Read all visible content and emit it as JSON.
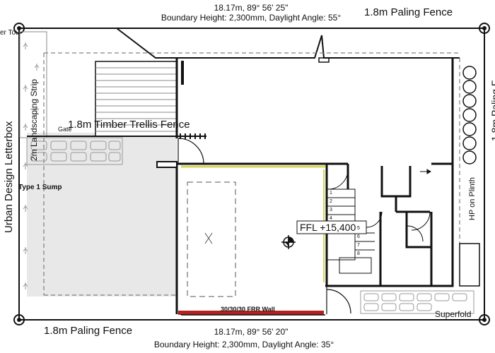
{
  "top_boundary": {
    "dimension": "18.17m, 89° 56' 25\"",
    "note": "Boundary Height: 2,300mm, Daylight Angle: 55°",
    "fence": "1.8m Paling Fence"
  },
  "bottom_boundary": {
    "dimension": "18.17m, 89° 56' 20\"",
    "note": "Boundary Height: 2,300mm, Daylight Angle: 35°",
    "fence": "1.8m Paling Fence"
  },
  "left_side": {
    "letterbox": "Urban Design Letterbox",
    "landscaping": "2m Landscaping Strip",
    "partial_top_left": "er Tou",
    "sump": "Type 1 Sump",
    "gate": "Gate"
  },
  "right_side": {
    "plinth": "HP on Plinth",
    "partial_fence": "1.8m Paling F",
    "superfold": "Superfold"
  },
  "interior": {
    "trellis_fence": "1.8m Timber Trellis Fence",
    "ffl": "FFL +15,400",
    "frr_wall": "30/30/30 FRR Wall",
    "stair_numbers": [
      "1",
      "2",
      "3",
      "4",
      "5",
      "6",
      "7",
      "8"
    ]
  },
  "colors": {
    "line": "#111111",
    "driveway_fill": "#e8e8e8",
    "frr_wall": "#b32020",
    "highlight_wall": "#d6d65a",
    "dashed": "#666666"
  }
}
